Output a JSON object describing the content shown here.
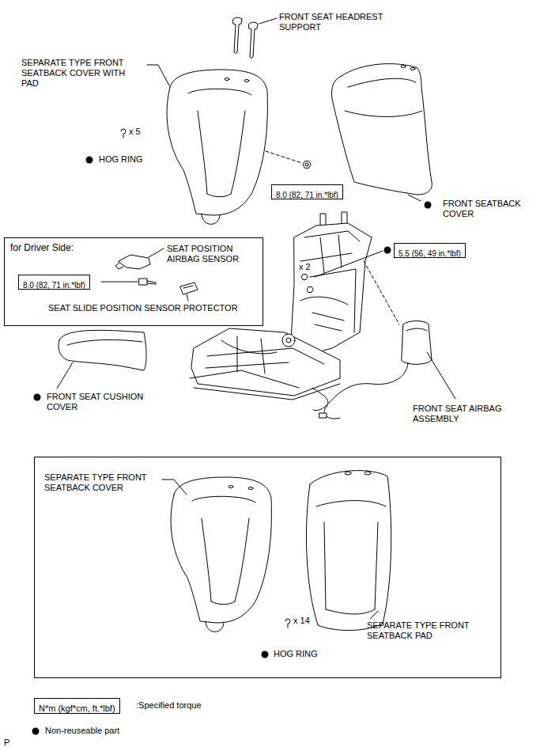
{
  "diagram": {
    "nodes": [
      {
        "text": [
          "8.0 (82, 71 in.*lbf)"
        ]
      },
      {
        "text": [
          "for Driver Side:",
          "SEAT POSITION AIRBAG SENSOR",
          "SEAT SLIDE POSITION SENSOR PROTECTOR"
        ]
      },
      {
        "text": [
          "8.0 (82, 71 in.*lbf)"
        ],
        "in": 1
      },
      {
        "text": [
          "5.5 (56, 49 in.*lbf)"
        ]
      },
      {
        "text": [
          "SEPARATE TYPE FRONT SEATBACK COVER",
          "SEPARATE TYPE FRONT SEATBACK PAD",
          "x 14",
          "HOG RING"
        ]
      },
      {
        "text": [
          "N*m (kgf*cm, ft.*lbf)"
        ]
      }
    ],
    "labels": [
      "FRONT SEAT HEADREST SUPPORT",
      "SEPARATE TYPE FRONT SEATBACK COVER WITH PAD",
      "x 5",
      "HOG RING",
      "FRONT SEATBACK COVER",
      "x 2",
      "FRONT SEAT CUSHION COVER",
      "FRONT SEAT AIRBAG ASSEMBLY",
      "P"
    ],
    "legend": [
      {
        "text": ":Specified torque"
      },
      {
        "text": "Non-reuseable part"
      }
    ]
  }
}
